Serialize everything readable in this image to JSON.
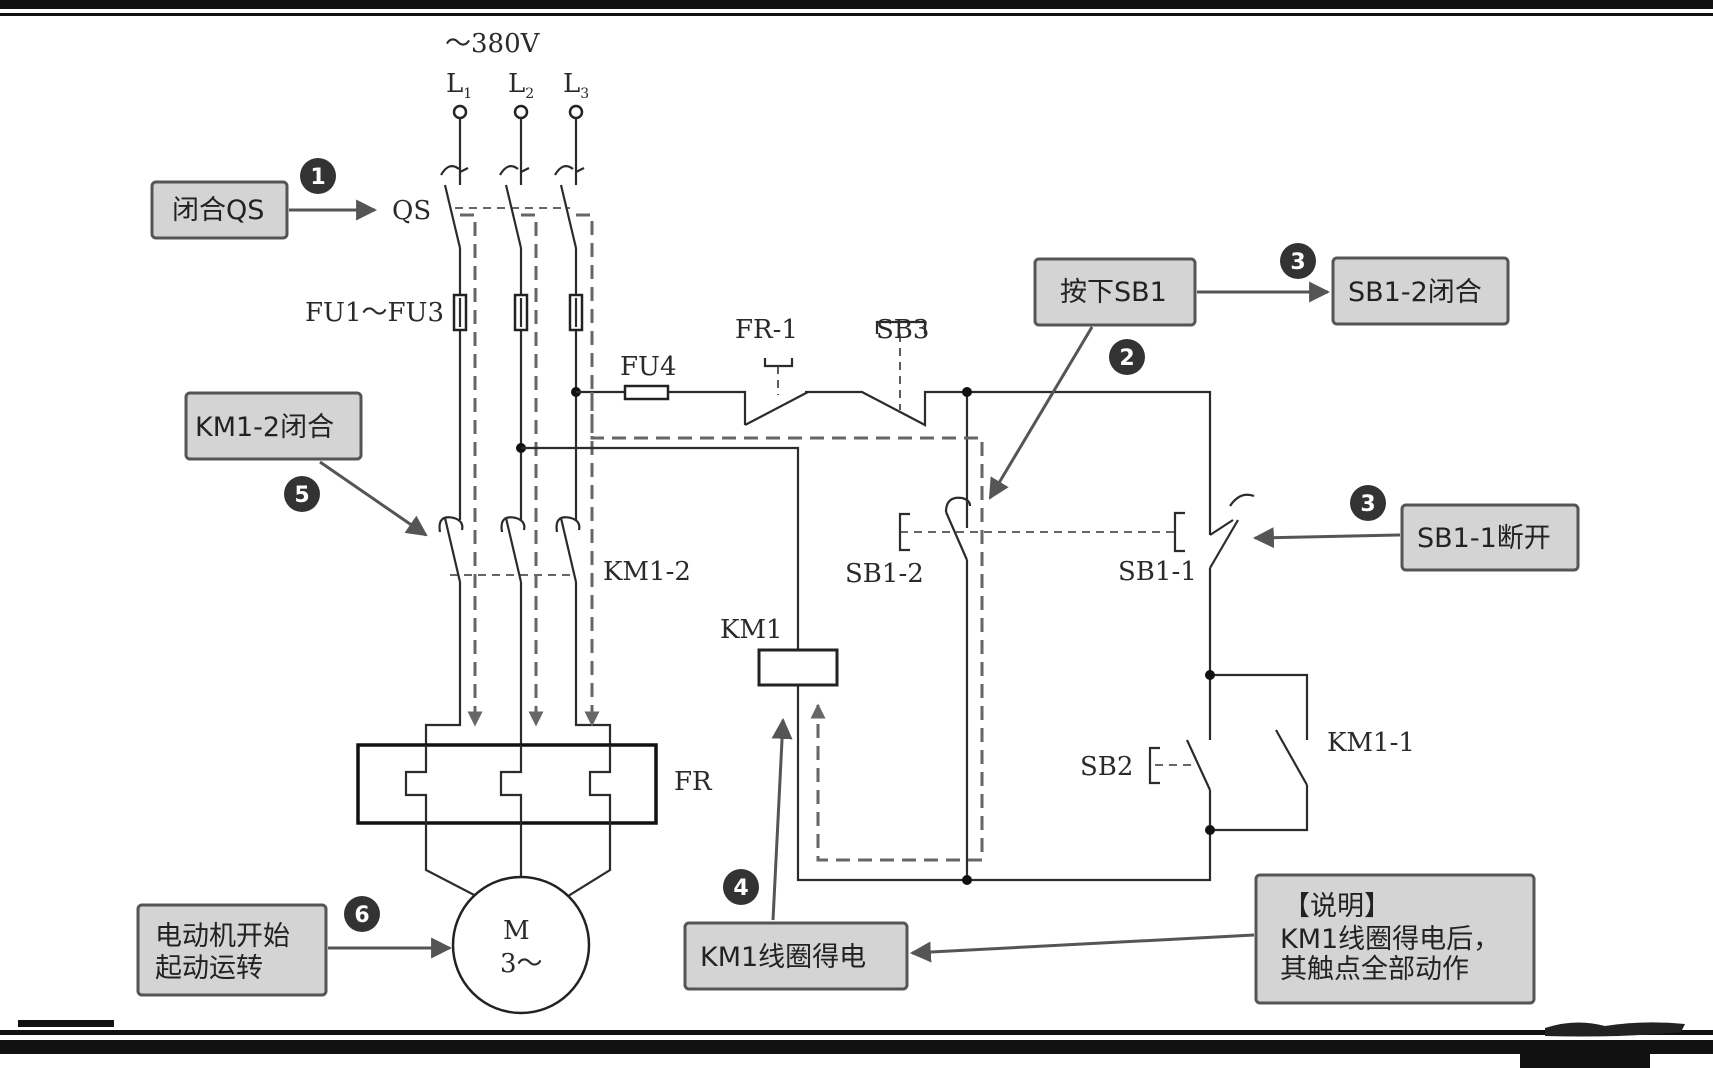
{
  "supply": {
    "voltage": "～380V",
    "phases": [
      "L",
      "L",
      "L"
    ],
    "phase_subs": [
      "1",
      "2",
      "3"
    ]
  },
  "components": {
    "qs": "QS",
    "fuses": "FU1～FU3",
    "fu4": "FU4",
    "fr1": "FR-1",
    "sb3": "SB3",
    "km1_2": "KM1-2",
    "sb1_2": "SB1-2",
    "sb1_1": "SB1-1",
    "km1": "KM1",
    "km1_1": "KM1-1",
    "sb2": "SB2",
    "fr": "FR",
    "motor_m": "M",
    "motor_phase": "3～"
  },
  "callouts": {
    "close_qs": "闭合QS",
    "press_sb1": "按下SB1",
    "sb1_2_close": "SB1-2闭合",
    "sb1_1_open": "SB1-1断开",
    "km1_2_close": "KM1-2闭合",
    "coil_energized": "KM1线圈得电",
    "motor_start_l1": "电动机开始",
    "motor_start_l2": "起动运转",
    "note_title": "【说明】",
    "note_l1": "KM1线圈得电后，",
    "note_l2": "其触点全部动作"
  },
  "steps": [
    "1",
    "2",
    "3",
    "3",
    "4",
    "5",
    "6"
  ]
}
